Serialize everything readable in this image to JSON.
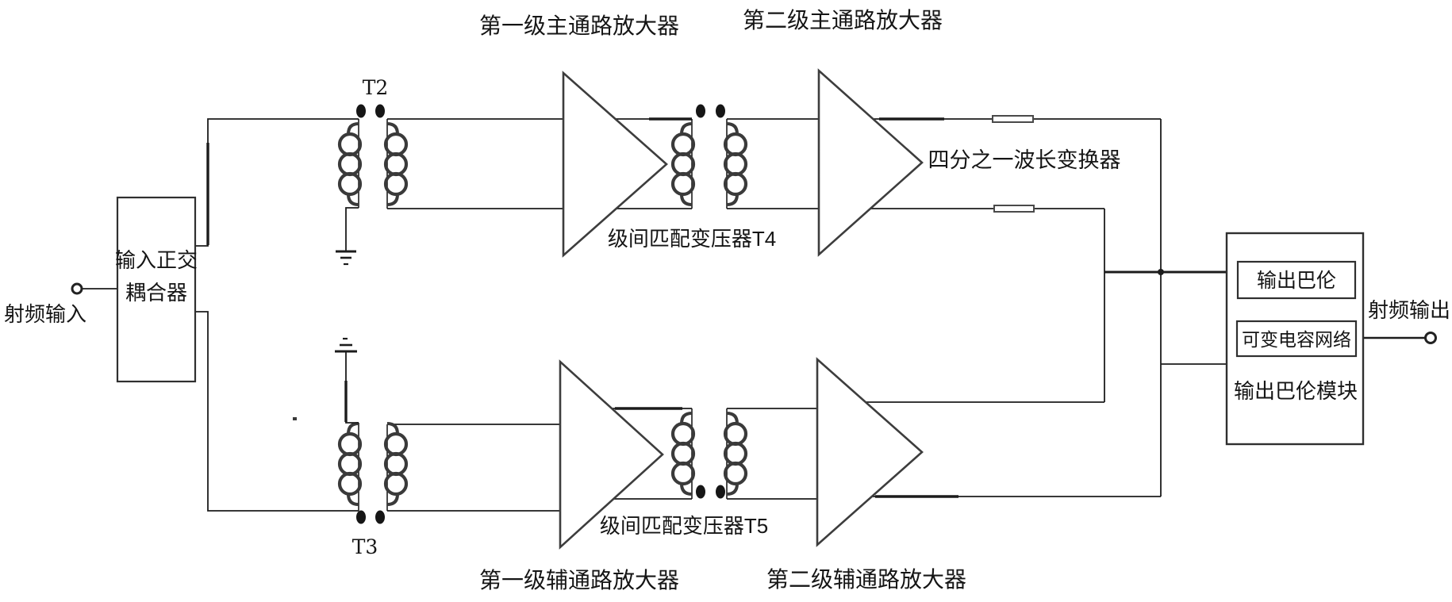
{
  "labels": {
    "rf_input": "射频输入",
    "rf_output": "射频输出",
    "coupler_line1": "输入正交",
    "coupler_line2": "耦合器",
    "t2": "T2",
    "t3": "T3",
    "stage1_main": "第一级主通路放大器",
    "stage2_main": "第二级主通路放大器",
    "stage1_aux": "第一级辅通路放大器",
    "stage2_aux": "第二级辅通路放大器",
    "interstage_t4": "级间匹配变压器T4",
    "interstage_t5": "级间匹配变压器T5",
    "quarter_wave": "四分之一波长变换器",
    "output_balun": "输出巴伦",
    "variable_cap_network": "可变电容网络",
    "output_balun_module": "输出巴伦模块"
  },
  "colors": {
    "background": "#ffffff",
    "line": "#1c1c1c",
    "component_stroke": "#3d3d3d",
    "text": "#151515"
  }
}
